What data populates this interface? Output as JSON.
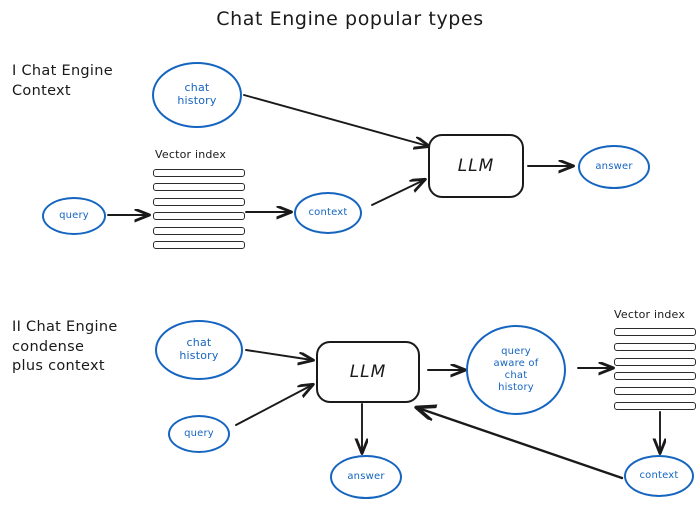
{
  "diagram": {
    "title": "Chat Engine popular types",
    "background": "#ffffff",
    "accent_blue": "#1565c0",
    "ink_black": "#1a1a1a",
    "sections": [
      {
        "id": "section-1",
        "heading": "I Chat Engine\nContext",
        "nodes": {
          "chat_history": "chat\nhistory",
          "query": "query",
          "vector_index_label": "Vector index",
          "vector_index_bars": 6,
          "context": "context",
          "llm": "LLM",
          "answer": "answer"
        }
      },
      {
        "id": "section-2",
        "heading": "II Chat Engine\ncondense\nplus context",
        "nodes": {
          "chat_history": "chat\nhistory",
          "query": "query",
          "llm": "LLM",
          "query_aware": "query\naware of\nchat\nhistory",
          "vector_index_label": "Vector index",
          "vector_index_bars": 6,
          "context": "context",
          "answer": "answer"
        }
      }
    ]
  }
}
